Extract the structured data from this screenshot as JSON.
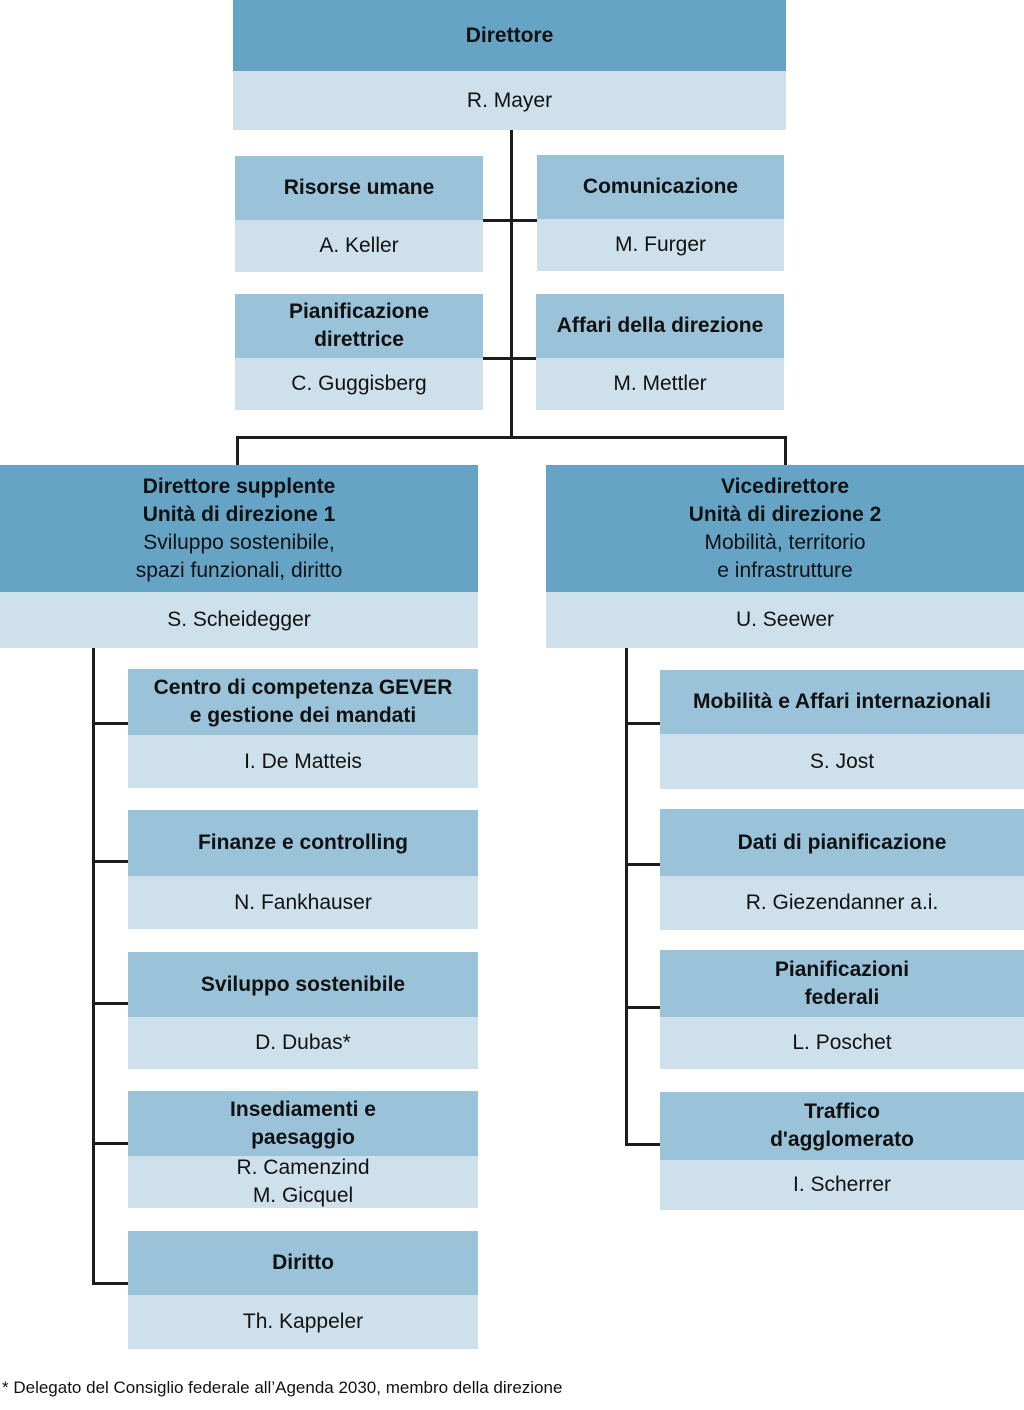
{
  "director": {
    "title": "Direttore",
    "name": "R. Mayer"
  },
  "staff": [
    {
      "title_lines": [
        "Risorse umane"
      ],
      "name": "A.  Keller"
    },
    {
      "title_lines": [
        "Comunicazione"
      ],
      "name": "M. Furger"
    },
    {
      "title_lines": [
        "Pianificazione",
        "direttrice"
      ],
      "name": "C. Guggisberg"
    },
    {
      "title_lines": [
        "Affari della direzione"
      ],
      "name": "M. Mettler"
    }
  ],
  "unit1": {
    "title_lines": [
      "Direttore supplente",
      "Unità di direzione 1"
    ],
    "subtitle_lines": [
      "Sviluppo sostenibile,",
      "spazi funzionali, diritto"
    ],
    "name": "S. Scheidegger",
    "sections": [
      {
        "title_lines": [
          "Centro di competenza GEVER",
          "e gestione dei mandati"
        ],
        "names": [
          "I. De Matteis"
        ]
      },
      {
        "title_lines": [
          "Finanze e controlling"
        ],
        "names": [
          "N. Fankhauser"
        ]
      },
      {
        "title_lines": [
          "Sviluppo sostenibile"
        ],
        "names": [
          "D. Dubas*"
        ]
      },
      {
        "title_lines": [
          "Insediamenti e",
          "paesaggio"
        ],
        "names": [
          "R. Camenzind",
          "M. Gicquel"
        ]
      },
      {
        "title_lines": [
          "Diritto"
        ],
        "names": [
          "Th. Kappeler"
        ]
      }
    ]
  },
  "unit2": {
    "title_lines": [
      "Vicedirettore",
      "Unità di direzione 2"
    ],
    "subtitle_lines": [
      "Mobilità, territorio",
      "e infrastrutture"
    ],
    "name": "U. Seewer",
    "sections": [
      {
        "title_lines": [
          "Mobilità e Affari internazionali"
        ],
        "names": [
          "S. Jost"
        ]
      },
      {
        "title_lines": [
          "Dati di pianificazione"
        ],
        "names": [
          "R. Giezendanner a.i."
        ]
      },
      {
        "title_lines": [
          "Pianificazioni",
          "federali"
        ],
        "names": [
          "L. Poschet"
        ]
      },
      {
        "title_lines": [
          "Traffico",
          "d'agglomerato"
        ],
        "names": [
          "I. Scherrer"
        ]
      }
    ]
  },
  "footnote": "* Delegato del Consiglio federale all’Agenda 2030, membro della direzione",
  "colors": {
    "header_dark": "#66a4c6",
    "header_light": "#9ac2d8",
    "body": "#cde0eb",
    "line": "#1c1c1c"
  }
}
